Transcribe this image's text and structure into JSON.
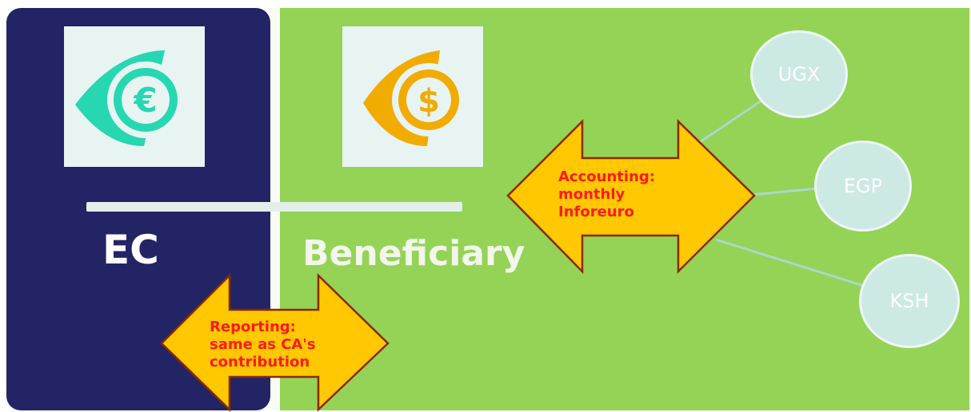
{
  "left_panel": {
    "label": "EC",
    "icon": "euro-eye-icon"
  },
  "right_panel": {
    "label": "Beneficiary",
    "icon": "dollar-eye-icon"
  },
  "accounting_arrow": {
    "lines": [
      "Accounting:",
      "monthly",
      "Inforeuro"
    ]
  },
  "reporting_arrow": {
    "lines": [
      "Reporting:",
      "same as CA's",
      "contribution"
    ]
  },
  "currencies": [
    "UGX",
    "EGP",
    "KSH"
  ],
  "colors": {
    "ec_panel": "#232466",
    "beneficiary_panel": "#94d356",
    "arrow_fill": "#ffc800",
    "arrow_outline": "#8a2a00",
    "arrow_text": "#ff1a1a",
    "euro_icon": "#26d7b2",
    "dollar_icon": "#f2ab00",
    "currency_circle": "#cde9e4"
  }
}
